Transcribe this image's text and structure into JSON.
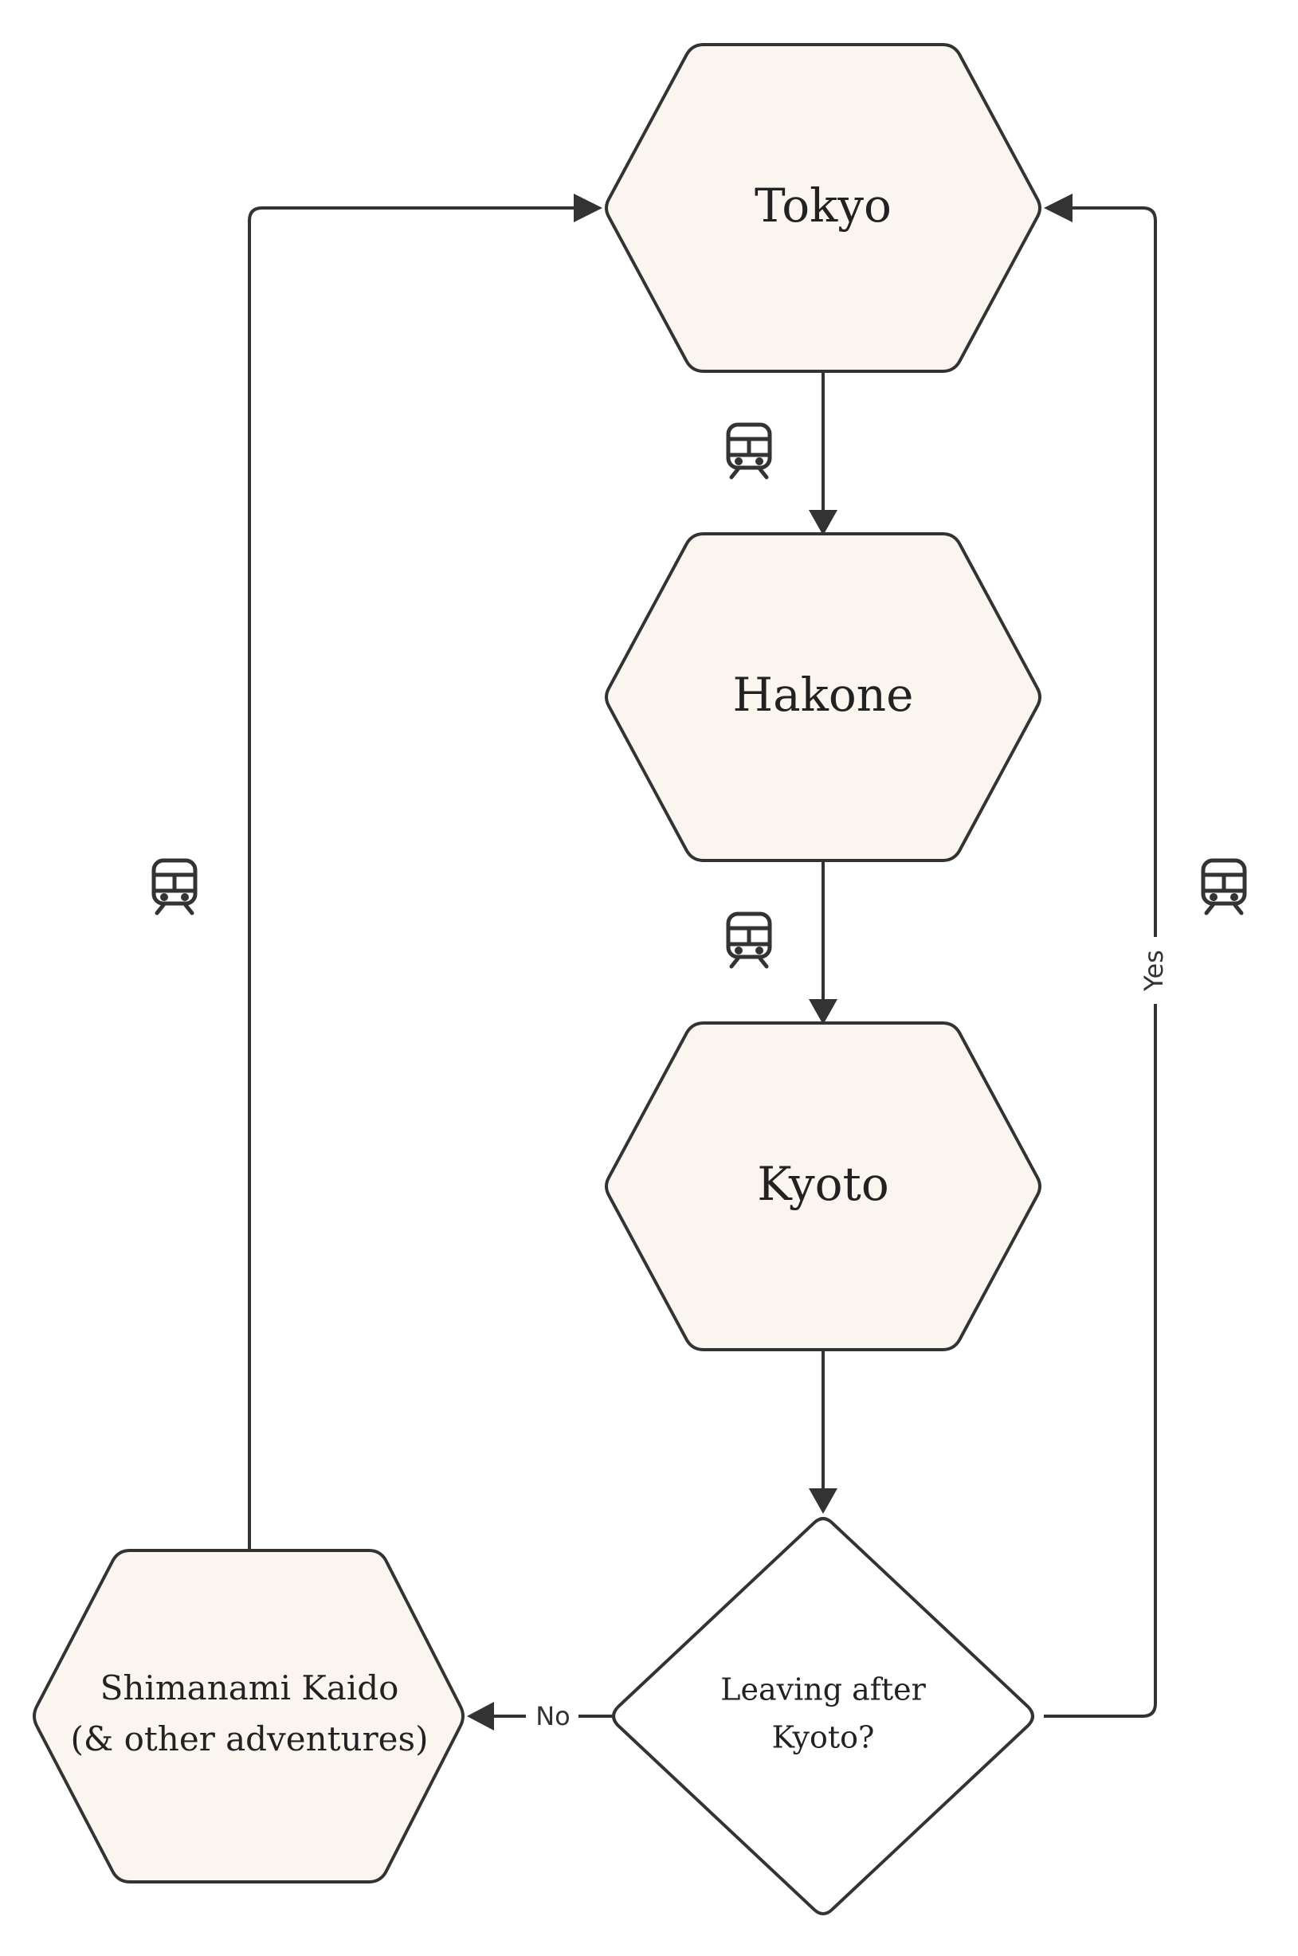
{
  "nodes": {
    "tokyo": {
      "label": "Tokyo"
    },
    "hakone": {
      "label": "Hakone"
    },
    "kyoto": {
      "label": "Kyoto"
    },
    "decision": {
      "line1": "Leaving after",
      "line2": "Kyoto?"
    },
    "shimanami": {
      "line1": "Shimanami Kaido",
      "line2": "(& other adventures)"
    }
  },
  "edges": {
    "yes_label": "Yes",
    "no_label": "No"
  },
  "icons": {
    "transport": "train-icon"
  },
  "colors": {
    "node_fill": "#faf6ef",
    "stroke": "#333333"
  }
}
